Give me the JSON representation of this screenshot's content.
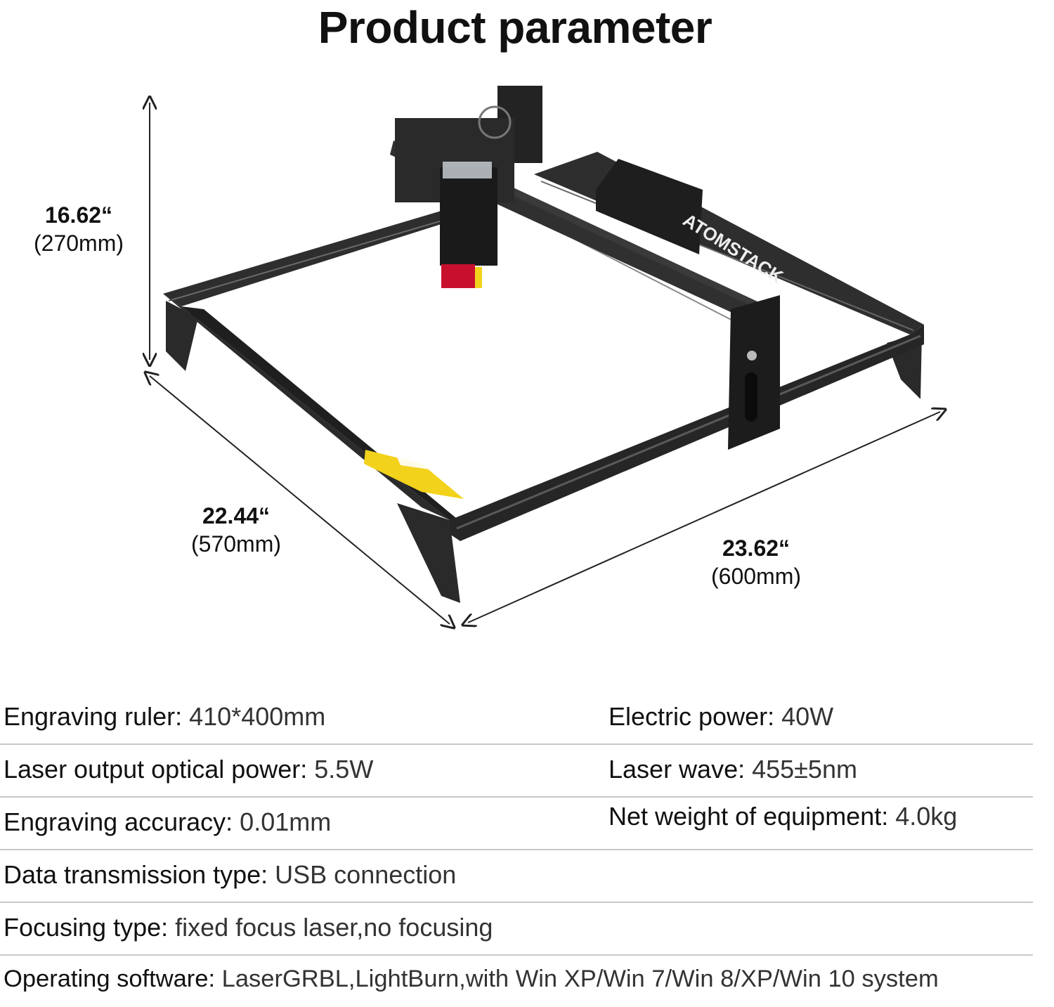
{
  "title": "Product parameter",
  "product": {
    "brand_mark": "ATOMSTACK",
    "dimensions": {
      "height": {
        "inches": "16.62“",
        "mm": "(270mm)"
      },
      "depth": {
        "inches": "22.44“",
        "mm": "(570mm)"
      },
      "width": {
        "inches": "23.62“",
        "mm": "(600mm)"
      }
    }
  },
  "specs": {
    "rows": [
      {
        "left": {
          "label": "Engraving ruler:",
          "value": " 410*400mm"
        },
        "right": {
          "label": "Electric power:",
          "value": " 40W"
        }
      },
      {
        "left": {
          "label": "Laser output optical power:",
          "value": " 5.5W"
        },
        "right": {
          "label": "Laser wave:",
          "value": " 455±5nm"
        }
      },
      {
        "left": {
          "label": "Engraving accuracy:",
          "value": " 0.01mm"
        },
        "right": {
          "label": "Net weight of equipment:",
          "value": " 4.0kg"
        }
      },
      {
        "left": {
          "label": "Data transmission type:",
          "value": " USB connection"
        }
      },
      {
        "left": {
          "label": "Focusing type:",
          "value": " fixed focus laser,no focusing"
        }
      },
      {
        "left": {
          "label": "Operating software:",
          "value": " LaserGRBL,LightBurn,with Win XP/Win 7/Win 8/XP/Win 10 system"
        }
      }
    ]
  },
  "colors": {
    "frame": "#262626",
    "frame_edge": "#5a5a5a",
    "laser_red": "#c8102e",
    "label_yellow": "#f2d21b"
  }
}
